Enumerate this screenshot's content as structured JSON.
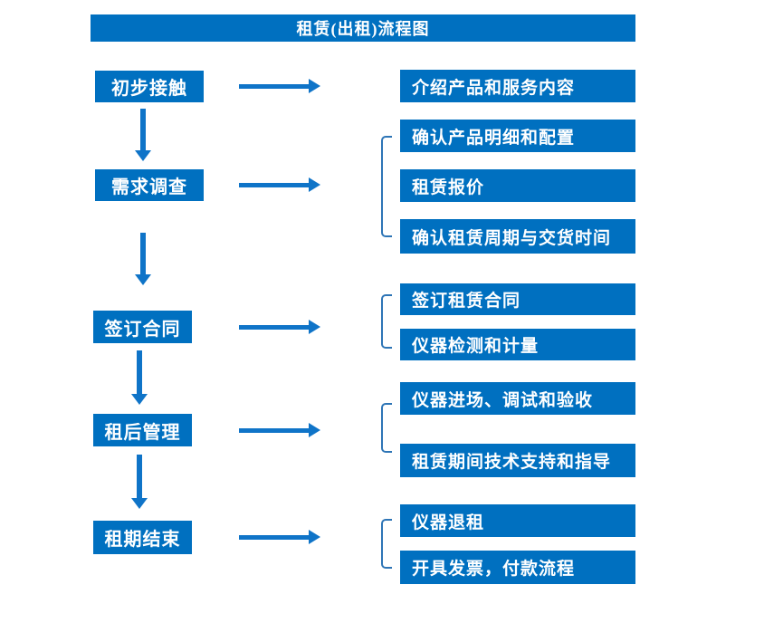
{
  "title": "租赁(出租)流程图",
  "colors": {
    "box_blue": "#0070C0",
    "arrow_blue": "#0F74C8",
    "bracket_blue": "#2E75B6",
    "text_white": "#FFFFFF",
    "background": "#FFFFFF"
  },
  "stages": [
    {
      "label": "初步接触"
    },
    {
      "label": "需求调查"
    },
    {
      "label": "签订合同"
    },
    {
      "label": "租后管理"
    },
    {
      "label": "租期结束"
    }
  ],
  "details": [
    {
      "label": "介绍产品和服务内容"
    },
    {
      "label": "确认产品明细和配置"
    },
    {
      "label": "租赁报价"
    },
    {
      "label": "确认租赁周期与交货时间"
    },
    {
      "label": "签订租赁合同"
    },
    {
      "label": "仪器检测和计量"
    },
    {
      "label": "仪器进场、调试和验收"
    },
    {
      "label": "租赁期间技术支持和指导"
    },
    {
      "label": "仪器退租"
    },
    {
      "label": "开具发票，付款流程"
    }
  ]
}
